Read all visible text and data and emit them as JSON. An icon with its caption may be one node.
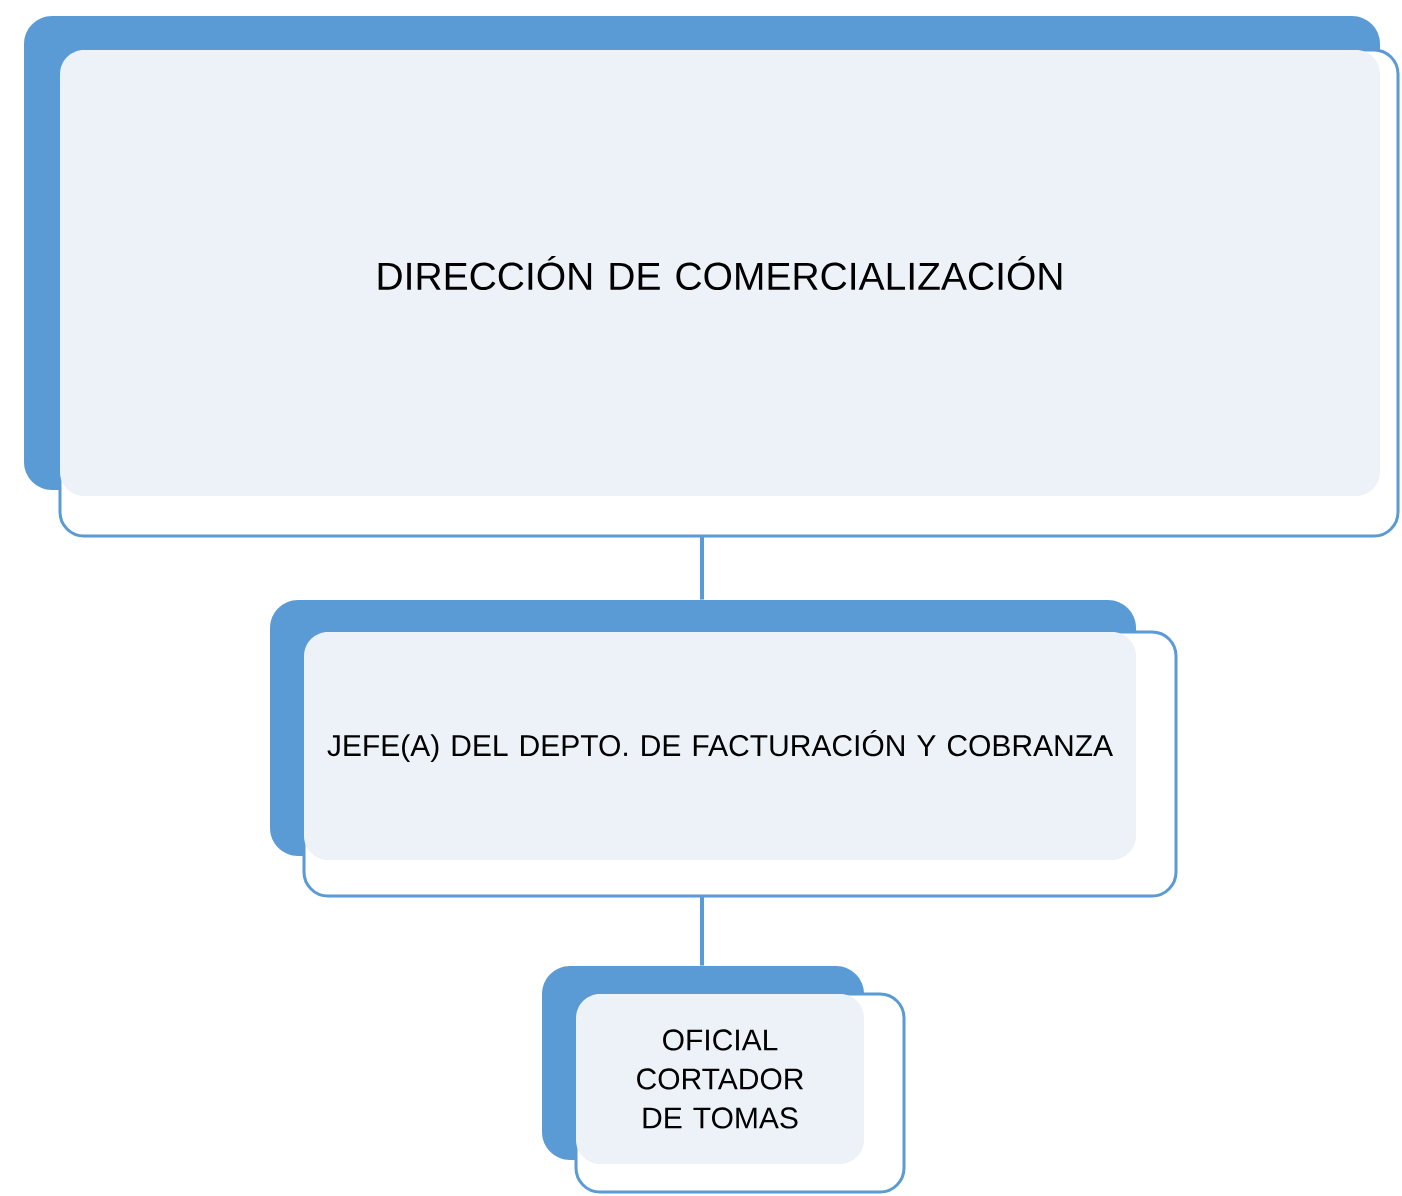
{
  "diagram": {
    "nodes": [
      {
        "text": [
          "DIRECCIÓN DE COMERCIALIZACIÓN"
        ]
      },
      {
        "text": [
          "JEFE(A) DEL DEPTO. DE FACTURACIÓN Y COBRANZA"
        ]
      },
      {
        "text": [
          "OFICIAL CORTADOR DE TOMAS"
        ]
      }
    ],
    "edges": [
      {
        "from": 0,
        "to": 1,
        "arrow": "none"
      },
      {
        "from": 1,
        "to": 2,
        "arrow": "none"
      }
    ]
  }
}
